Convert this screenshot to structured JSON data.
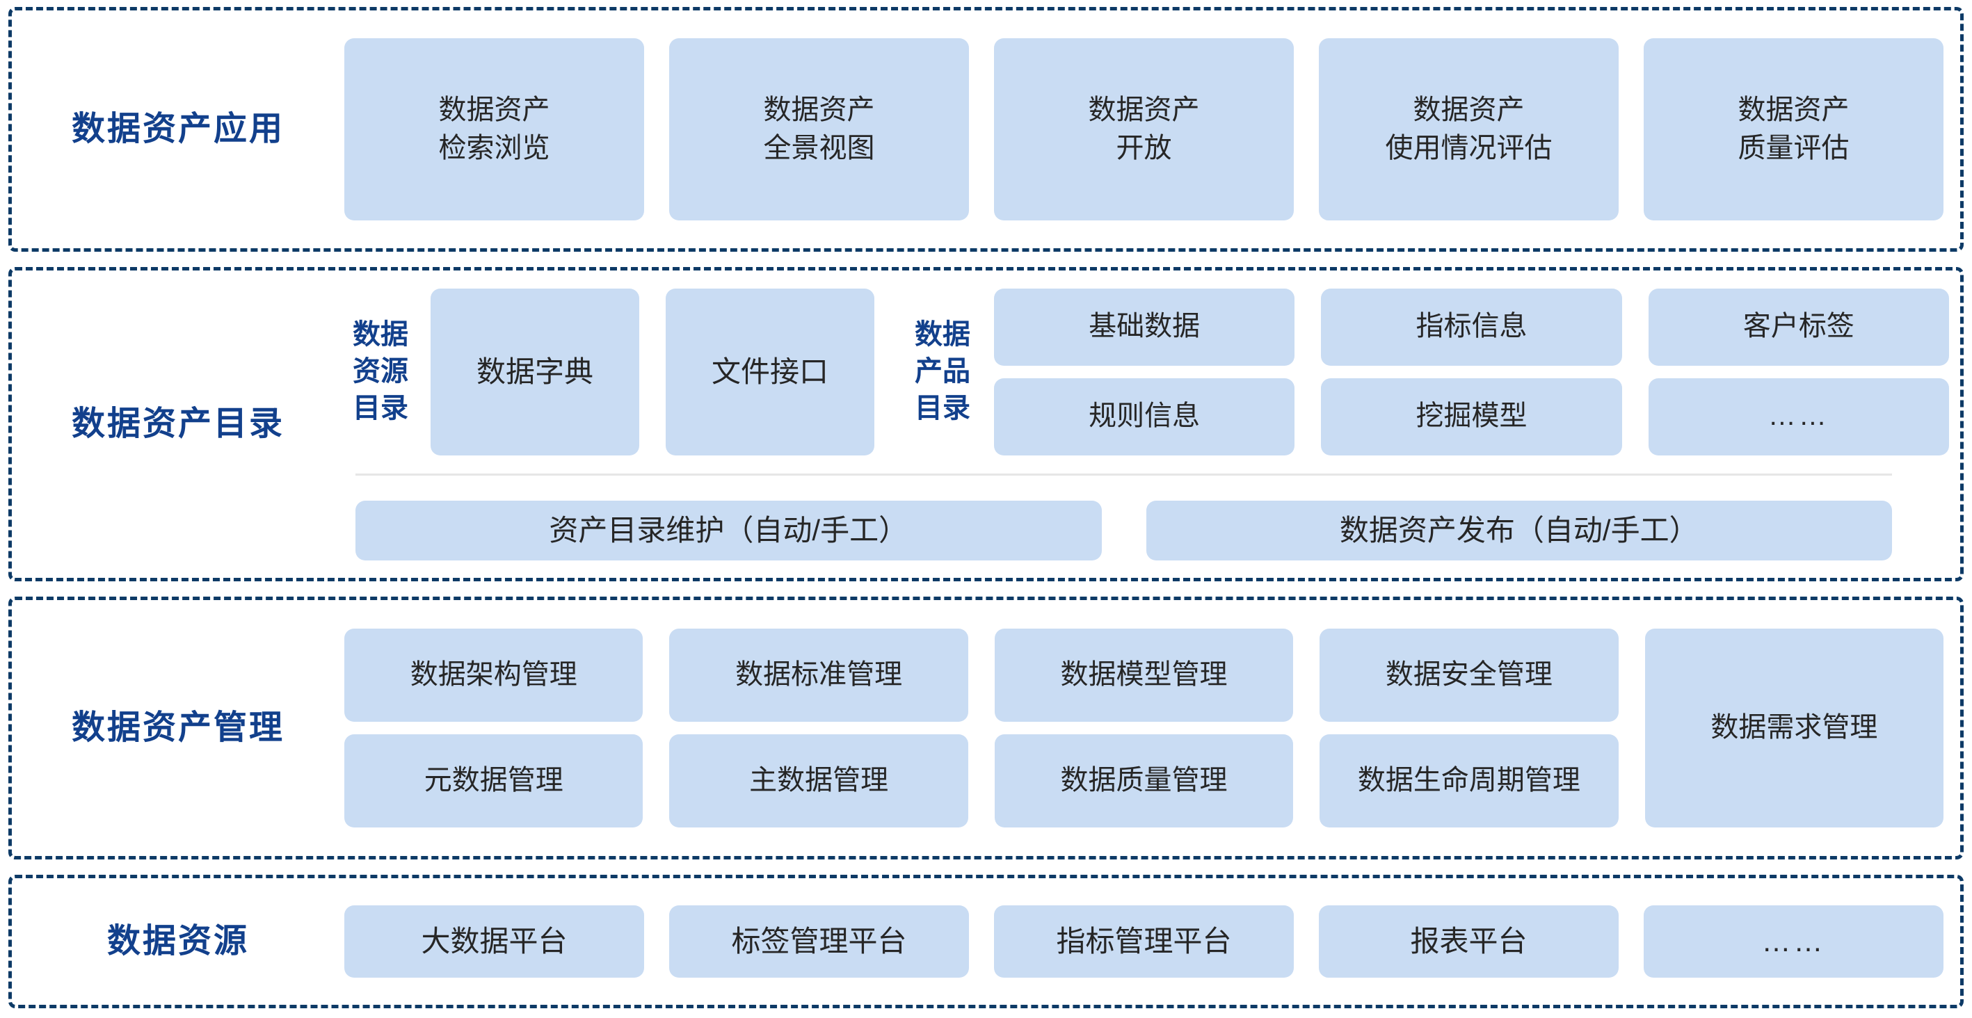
{
  "bands": [
    {
      "id": "data-asset-application",
      "title": "数据资产应用",
      "cards": [
        "数据资产\n检索浏览",
        "数据资产\n全景视图",
        "数据资产\n开放",
        "数据资产\n使用情况评估",
        "数据资产\n质量评估"
      ]
    },
    {
      "id": "data-asset-catalog",
      "title": "数据资产目录",
      "resource_catalog_label": "数据\n资源\n目录",
      "resource_catalog_cards": [
        "数据字典",
        "文件接口"
      ],
      "product_catalog_label": "数据\n产品\n目录",
      "product_catalog_cards": [
        "基础数据",
        "指标信息",
        "客户标签",
        "规则信息",
        "挖掘模型",
        "……"
      ],
      "bottom_cards": [
        "资产目录维护（自动/手工）",
        "数据资产发布（自动/手工）"
      ]
    },
    {
      "id": "data-asset-management",
      "title": "数据资产管理",
      "columns": [
        [
          "数据架构管理",
          "元数据管理"
        ],
        [
          "数据标准管理",
          "主数据管理"
        ],
        [
          "数据模型管理",
          "数据质量管理"
        ],
        [
          "数据安全管理",
          "数据生命周期管理"
        ]
      ],
      "tall_card": "数据需求管理"
    },
    {
      "id": "data-resource",
      "title": "数据资源",
      "cards": [
        "大数据平台",
        "标签管理平台",
        "指标管理平台",
        "报表平台",
        "……"
      ]
    }
  ],
  "colors": {
    "band_border": "#0d3a66",
    "title_text": "#12408c",
    "card_fill": "#c9dcf3",
    "card_text": "#262626",
    "divider": "#e6e6e6"
  }
}
